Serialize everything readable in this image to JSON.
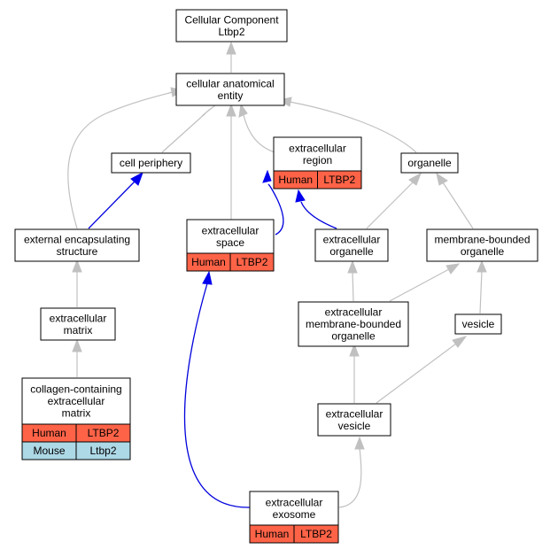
{
  "colors": {
    "human": "#ff6347",
    "mouse": "#add8e6",
    "is_a_edge": "#c0c0c0",
    "part_of_edge": "#0000dd"
  },
  "nodes": {
    "root": {
      "lines": [
        "Cellular Component",
        "Ltbp2"
      ]
    },
    "cae": {
      "lines": [
        "cellular anatomical",
        "entity"
      ]
    },
    "periphery": {
      "lines": [
        "cell periphery"
      ]
    },
    "region": {
      "lines": [
        "extracellular",
        "region"
      ],
      "species": [
        {
          "org": "Human",
          "gene": "LTBP2"
        }
      ]
    },
    "organelle": {
      "lines": [
        "organelle"
      ]
    },
    "ees": {
      "lines": [
        "external encapsulating",
        "structure"
      ]
    },
    "space": {
      "lines": [
        "extracellular",
        "space"
      ],
      "species": [
        {
          "org": "Human",
          "gene": "LTBP2"
        }
      ]
    },
    "eorg": {
      "lines": [
        "extracellular",
        "organelle"
      ]
    },
    "mbo": {
      "lines": [
        "membrane-bounded",
        "organelle"
      ]
    },
    "matrix": {
      "lines": [
        "extracellular",
        "matrix"
      ]
    },
    "embo": {
      "lines": [
        "extracellular",
        "membrane-bounded",
        "organelle"
      ]
    },
    "vesicle": {
      "lines": [
        "vesicle"
      ]
    },
    "ccm": {
      "lines": [
        "collagen-containing",
        "extracellular",
        "matrix"
      ],
      "species": [
        {
          "org": "Human",
          "gene": "LTBP2"
        },
        {
          "org": "Mouse",
          "gene": "Ltbp2"
        }
      ]
    },
    "ev": {
      "lines": [
        "extracellular",
        "vesicle"
      ]
    },
    "exosome": {
      "lines": [
        "extracellular",
        "exosome"
      ],
      "species": [
        {
          "org": "Human",
          "gene": "LTBP2"
        }
      ]
    }
  }
}
